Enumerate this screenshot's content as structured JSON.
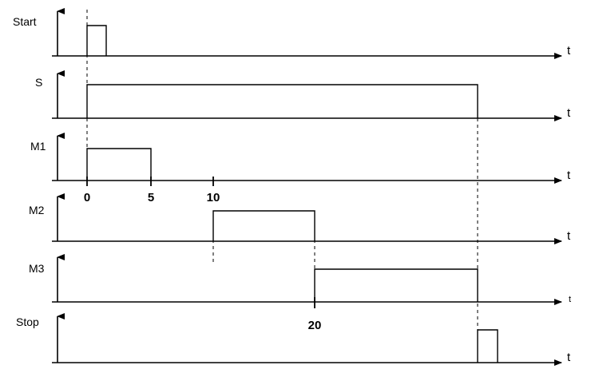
{
  "signals": [
    {
      "name": "Start",
      "t_label": "t"
    },
    {
      "name": "S",
      "t_label": "t"
    },
    {
      "name": "M1",
      "t_label": "t"
    },
    {
      "name": "M2",
      "t_label": "t"
    },
    {
      "name": "M3",
      "t_label": "t"
    },
    {
      "name": "Stop",
      "t_label": "t"
    }
  ],
  "time_labels": [
    "0",
    "5",
    "10",
    "20"
  ]
}
